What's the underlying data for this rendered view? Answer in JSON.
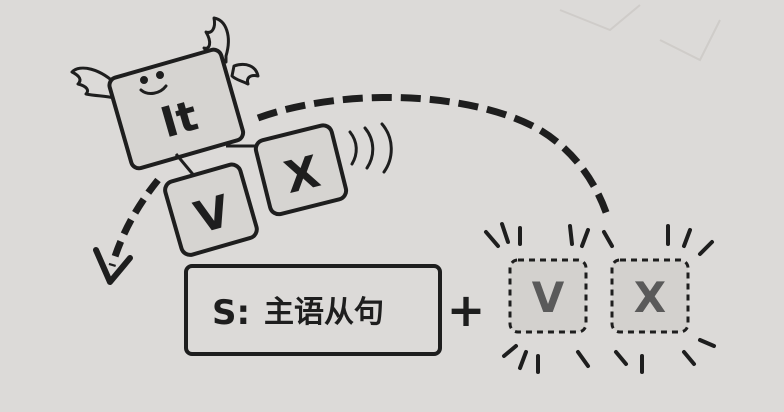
{
  "diagram": {
    "it_box": {
      "label": "It"
    },
    "tilted_v": {
      "label": "V"
    },
    "tilted_x": {
      "label": "X"
    },
    "subject_clause": {
      "prefix": "S:",
      "label": "主语从句"
    },
    "plus": "+",
    "dashed_v": {
      "label": "V"
    },
    "dashed_x": {
      "label": "X"
    }
  },
  "colors": {
    "ink": "#1e1e1e",
    "paper": "#dcdad8",
    "box_fill": "#d6d4d1",
    "faded_letter": "#5a5a5a"
  }
}
